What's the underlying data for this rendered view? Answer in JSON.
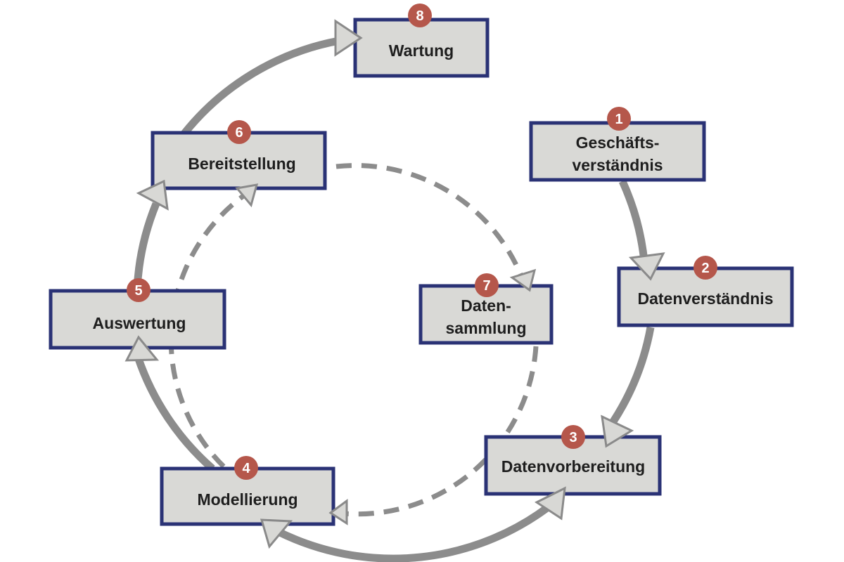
{
  "diagram": {
    "type": "process-cycle",
    "colors": {
      "box_fill": "#d9d9d6",
      "box_border": "#2a3275",
      "badge": "#b5574b",
      "arrow": "#8c8c8c"
    },
    "steps": [
      {
        "number": "1",
        "lines": [
          "Geschäfts-",
          "verständnis"
        ]
      },
      {
        "number": "2",
        "lines": [
          "Datenverständnis"
        ]
      },
      {
        "number": "3",
        "lines": [
          "Datenvorbereitung"
        ]
      },
      {
        "number": "4",
        "lines": [
          "Modellierung"
        ]
      },
      {
        "number": "5",
        "lines": [
          "Auswertung"
        ]
      },
      {
        "number": "6",
        "lines": [
          "Bereitstellung"
        ]
      },
      {
        "number": "7",
        "lines": [
          "Daten-",
          "sammlung"
        ]
      },
      {
        "number": "8",
        "lines": [
          "Wartung"
        ]
      }
    ],
    "connections": [
      {
        "from": "1",
        "to": "2",
        "style": "solid"
      },
      {
        "from": "2",
        "to": "3",
        "style": "solid"
      },
      {
        "from": "3",
        "to": "4",
        "style": "solid",
        "bidirectional": true
      },
      {
        "from": "4",
        "to": "5",
        "style": "solid"
      },
      {
        "from": "5",
        "to": "6",
        "style": "solid"
      },
      {
        "from": "6",
        "to": "8",
        "style": "solid"
      },
      {
        "from": "6",
        "to": "7",
        "style": "dashed"
      },
      {
        "from": "7",
        "to": "4",
        "style": "dashed"
      },
      {
        "from": "4",
        "to": "6",
        "style": "dashed"
      }
    ]
  }
}
